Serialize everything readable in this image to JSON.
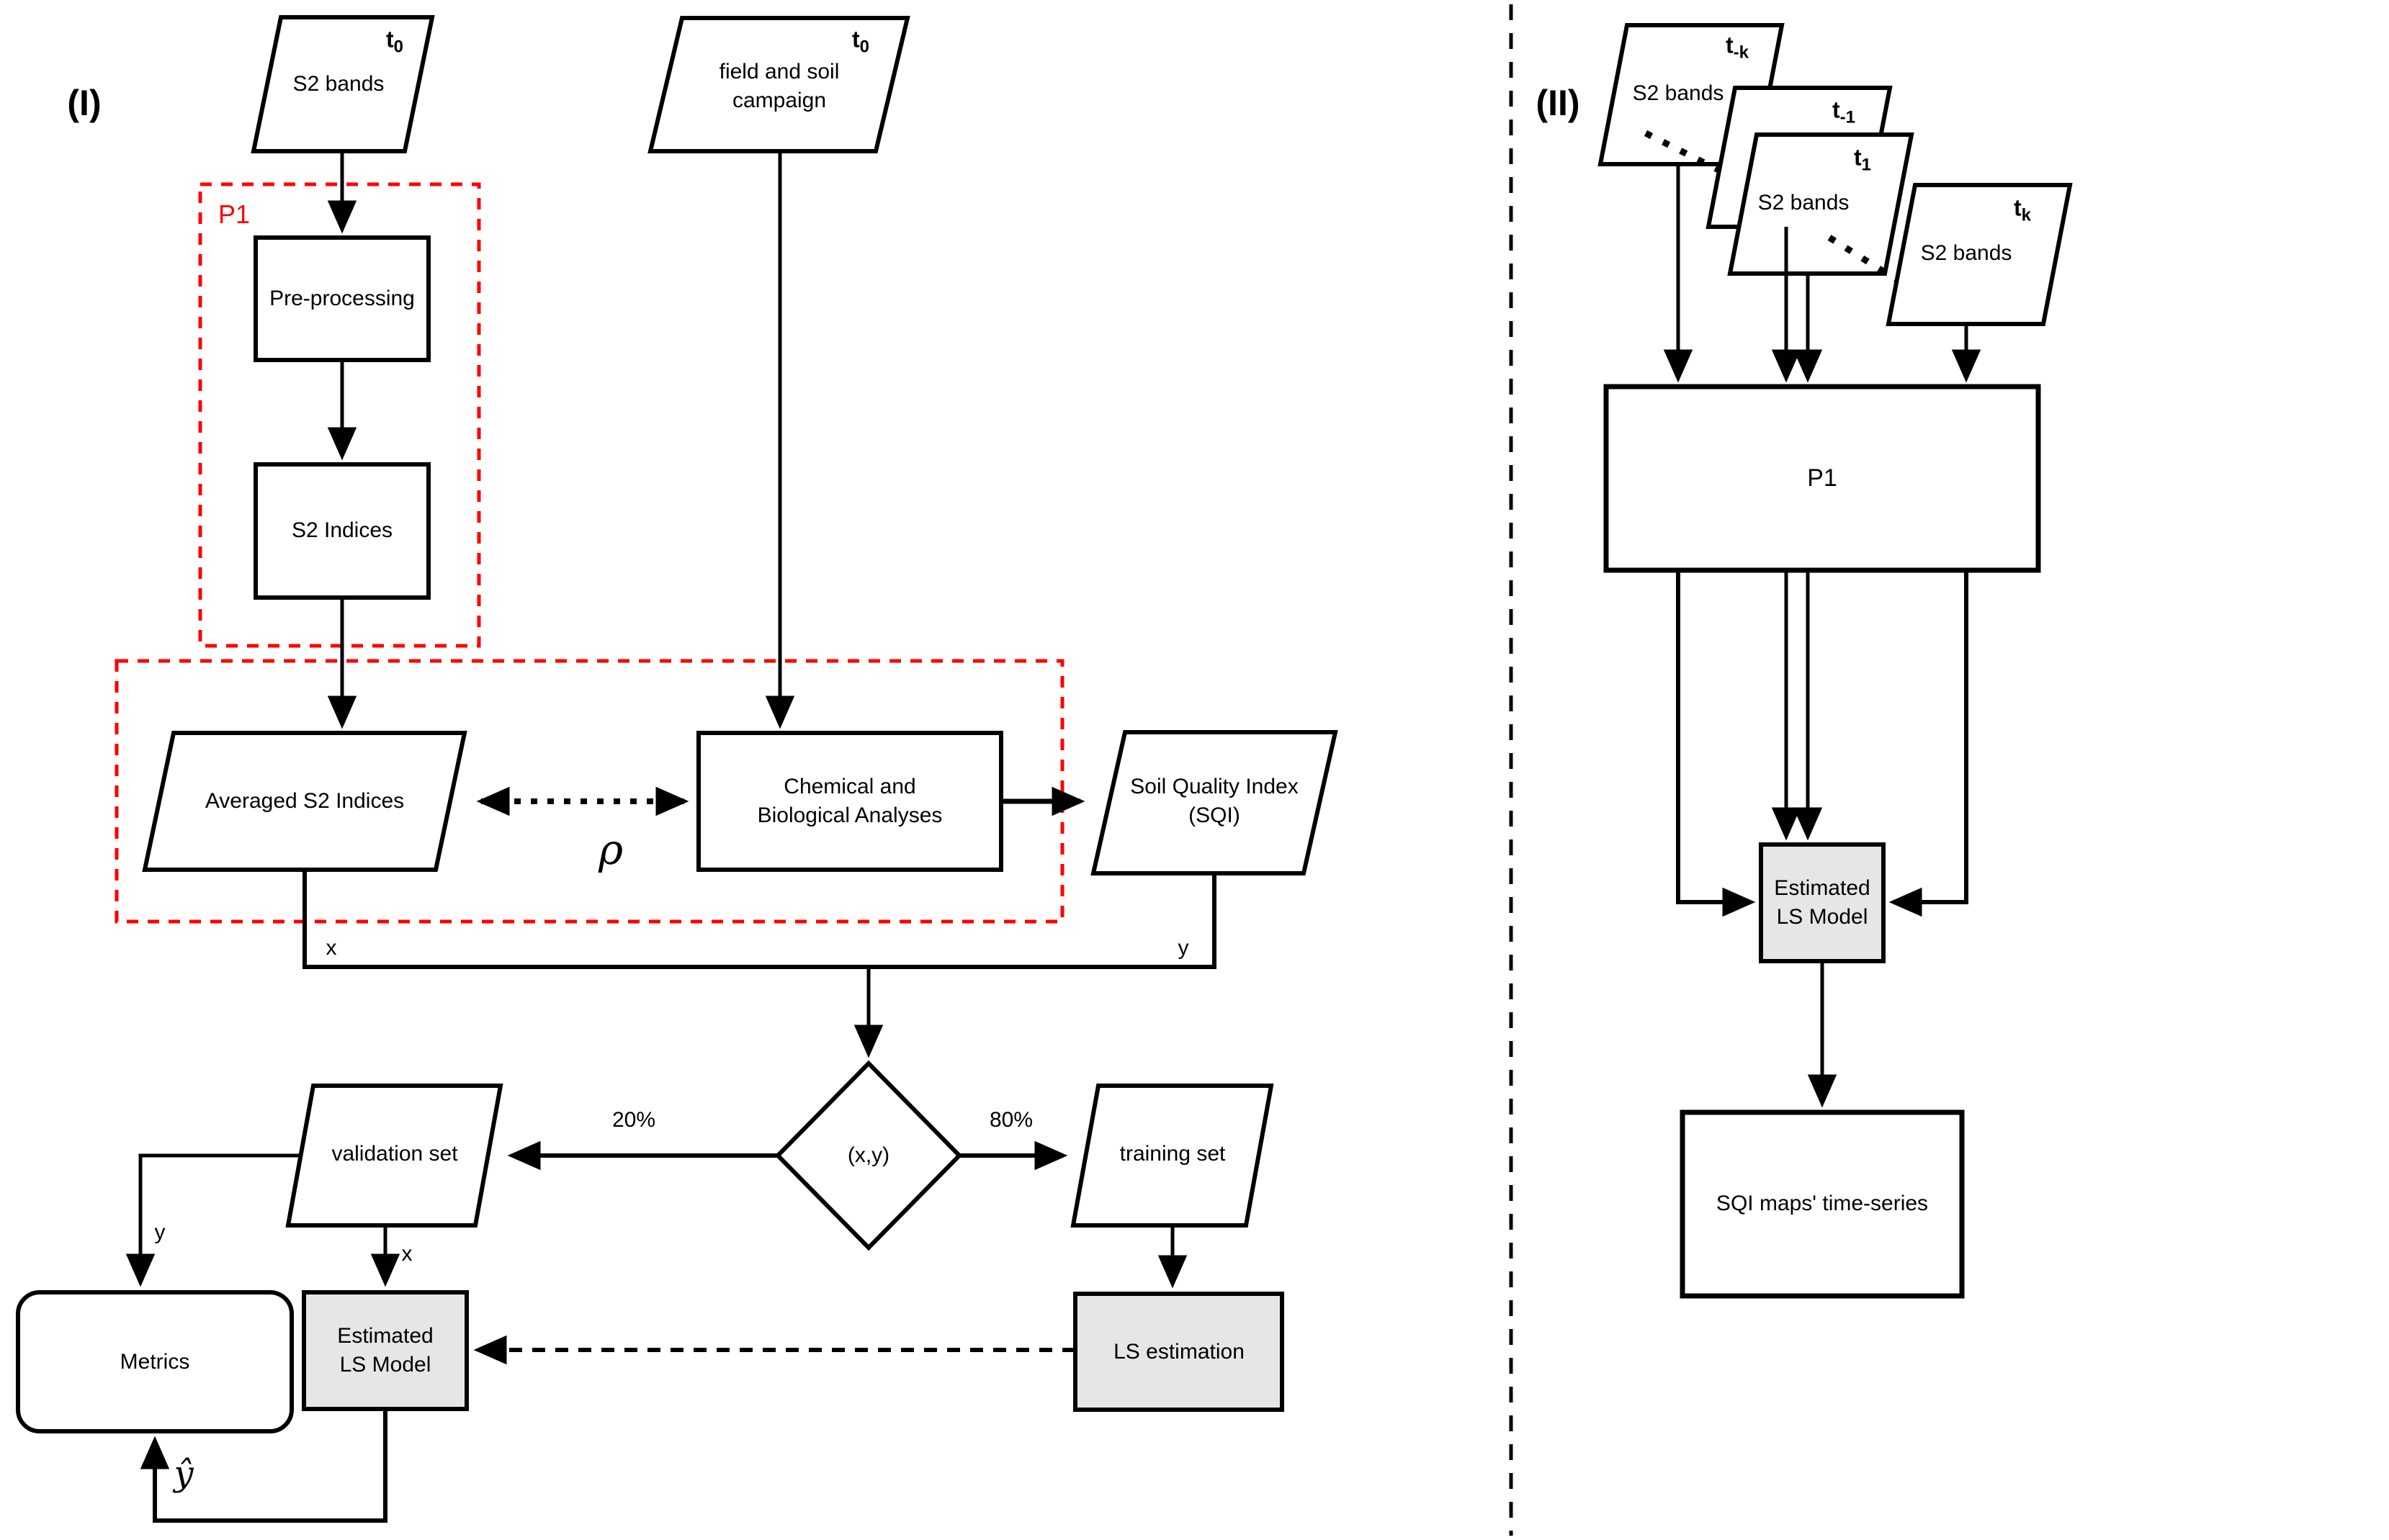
{
  "colors": {
    "stroke": "#000000",
    "accent_red": "#ff0000",
    "gray_fill": "#e6e6e6",
    "background": "#ffffff"
  },
  "panel1": {
    "label": "(I)",
    "s2_bands": "S2 bands",
    "t0_sat": {
      "base": "t",
      "sub": "0"
    },
    "field_soil": {
      "line1": "field and soil",
      "line2": "campaign"
    },
    "t0_field": {
      "base": "t",
      "sub": "0"
    },
    "p1_group_label": "P1",
    "preprocessing": "Pre-processing",
    "s2_indices": "S2 Indices",
    "averaged_s2_indices": "Averaged S2 Indices",
    "rho": "ρ",
    "chemical": {
      "line1": "Chemical and",
      "line2": "Biological Analyses"
    },
    "sqi": {
      "line1": "Soil Quality Index",
      "line2": "(SQI)"
    },
    "x_junction": "x",
    "y_junction": "y",
    "split_node": "(x,y)",
    "pct_validation": "20%",
    "pct_training": "80%",
    "validation_set": "validation set",
    "training_set": "training set",
    "x_into_model": "x",
    "y_into_metrics": "y",
    "estimated_ls_model": {
      "line1": "Estimated",
      "line2": "LS Model"
    },
    "ls_estimation": "LS estimation",
    "metrics": "Metrics",
    "y_hat": "ŷ"
  },
  "panel2": {
    "label": "(II)",
    "s2_bands_back": "S2 bands",
    "s2_bands_front": "S2 bands",
    "s2_bands_right": "S2 bands",
    "t_minus_k": {
      "base": "t",
      "sub": "-k"
    },
    "t_minus_1": {
      "base": "t",
      "sub": "-1"
    },
    "t_1": {
      "base": "t",
      "sub": "1"
    },
    "t_k": {
      "base": "t",
      "sub": "k"
    },
    "p1": "P1",
    "estimated_ls_model": {
      "line1": "Estimated",
      "line2": "LS Model"
    },
    "sqi_maps": "SQI maps' time-series"
  }
}
